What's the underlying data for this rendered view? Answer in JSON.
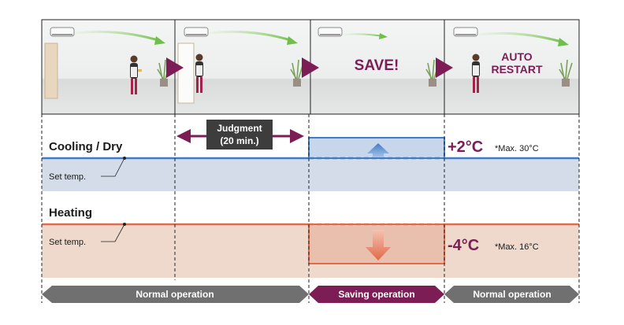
{
  "scene_captions": {
    "save": "SAVE!",
    "auto_restart_line1": "AUTO",
    "auto_restart_line2": "RESTART"
  },
  "judgment": {
    "label": "Judgment",
    "duration": "(20 min.)"
  },
  "cooling": {
    "title": "Cooling / Dry",
    "set_temp": "Set temp.",
    "offset": "+2°C",
    "max_note": "*Max. 30°C"
  },
  "heating": {
    "title": "Heating",
    "set_temp": "Set temp.",
    "offset": "-4°C",
    "max_note": "*Max. 16°C"
  },
  "timeline": {
    "normal_left": "Normal operation",
    "saving": "Saving operation",
    "normal_right": "Normal operation"
  },
  "colors": {
    "accent": "#7d1d55",
    "cool_line": "#3f7cc6",
    "cool_fill": "#d3dce8",
    "heat_line": "#e06a4a",
    "heat_fill": "#efd8cc",
    "timeline_gray": "#707070"
  },
  "icons": {
    "scene_1": "air-conditioner-person-entering-room",
    "scene_2": "air-conditioner-person-leaving-room",
    "scene_3": "air-conditioner-empty-room",
    "scene_4": "air-conditioner-person-returning-room"
  }
}
